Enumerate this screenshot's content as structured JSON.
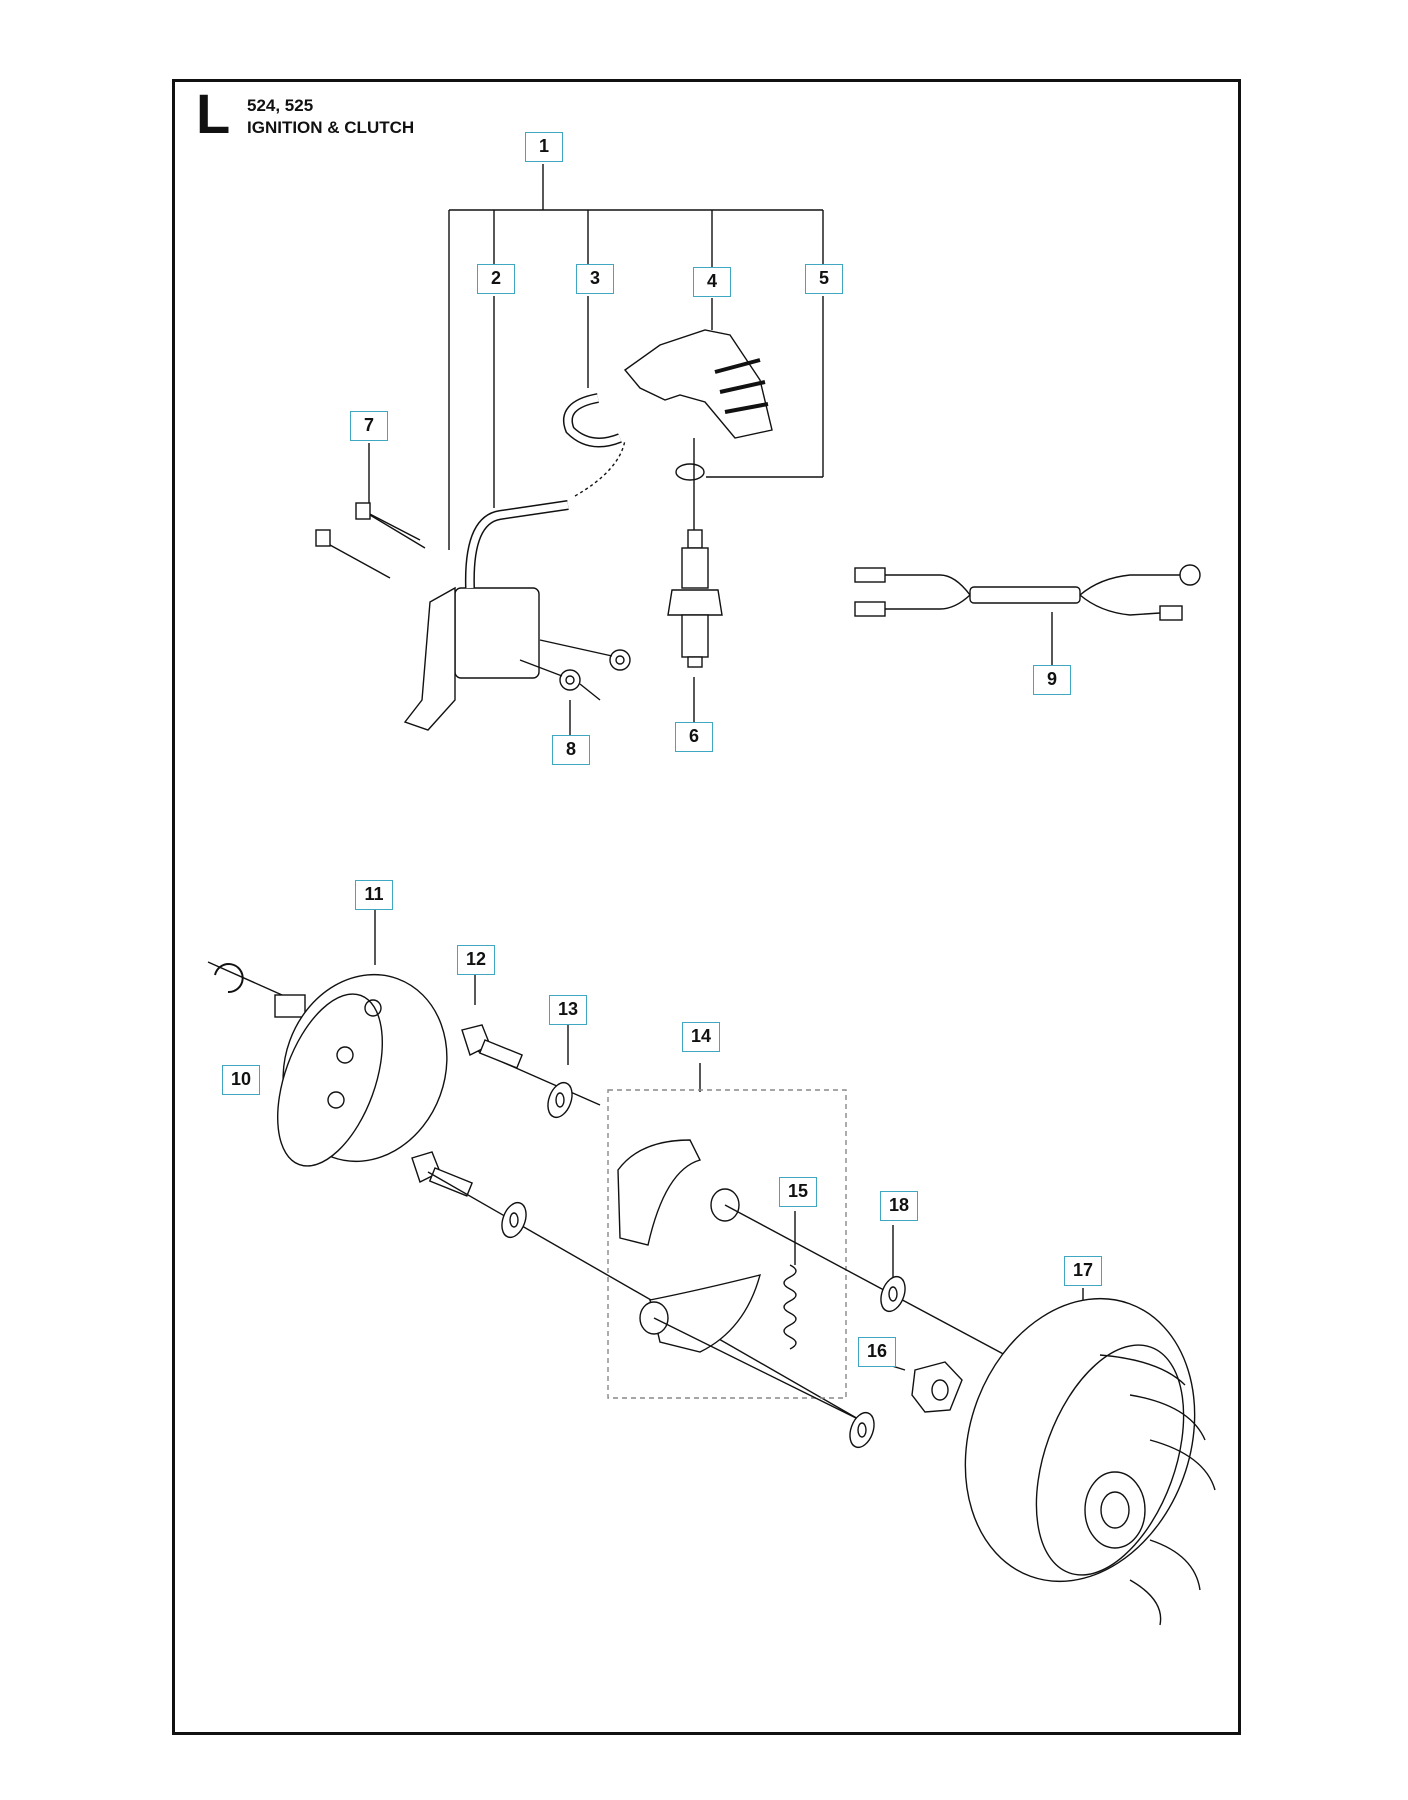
{
  "header": {
    "section_letter": "L",
    "models": "524, 525",
    "title": "IGNITION & CLUTCH"
  },
  "callouts": [
    "1",
    "2",
    "3",
    "4",
    "5",
    "6",
    "7",
    "8",
    "9",
    "10",
    "11",
    "12",
    "13",
    "14",
    "15",
    "16",
    "17",
    "18"
  ],
  "colors": {
    "frame": "#111111",
    "callout_border": "#3fa7c1",
    "line": "#111111"
  }
}
